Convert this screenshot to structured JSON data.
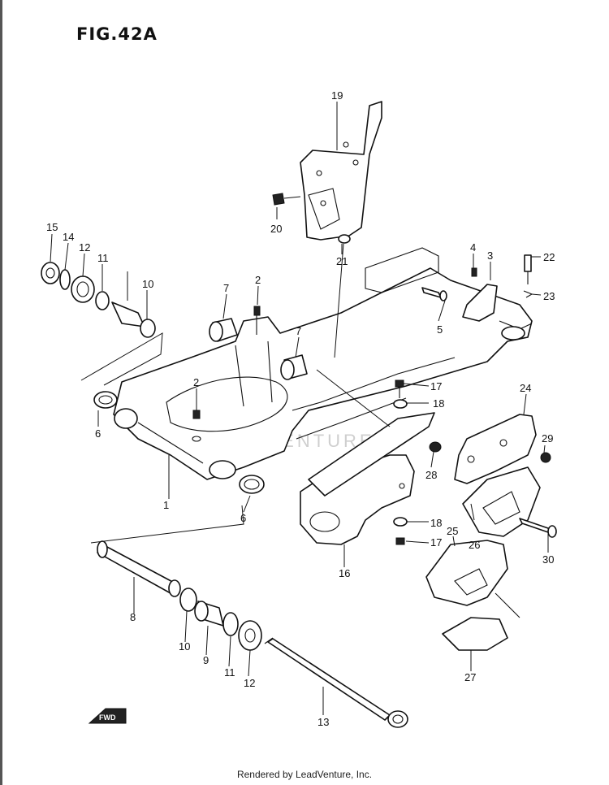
{
  "figure": {
    "title": "FIG.42A"
  },
  "footer": {
    "text": "Rendered by LeadVenture, Inc."
  },
  "watermark": {
    "text": "LEADVENTURE"
  },
  "fwd_marker": {
    "text": "FWD"
  },
  "callouts": [
    {
      "id": "c1",
      "label": "1"
    },
    {
      "id": "c2a",
      "label": "2"
    },
    {
      "id": "c2b",
      "label": "2"
    },
    {
      "id": "c3",
      "label": "3"
    },
    {
      "id": "c4",
      "label": "4"
    },
    {
      "id": "c5",
      "label": "5"
    },
    {
      "id": "c6a",
      "label": "6"
    },
    {
      "id": "c6b",
      "label": "6"
    },
    {
      "id": "c7a",
      "label": "7"
    },
    {
      "id": "c7b",
      "label": "7"
    },
    {
      "id": "c8",
      "label": "8"
    },
    {
      "id": "c9",
      "label": "9"
    },
    {
      "id": "c10a",
      "label": "10"
    },
    {
      "id": "c10b",
      "label": "10"
    },
    {
      "id": "c11a",
      "label": "11"
    },
    {
      "id": "c11b",
      "label": "11"
    },
    {
      "id": "c12a",
      "label": "12"
    },
    {
      "id": "c12b",
      "label": "12"
    },
    {
      "id": "c13",
      "label": "13"
    },
    {
      "id": "c14",
      "label": "14"
    },
    {
      "id": "c15",
      "label": "15"
    },
    {
      "id": "c16",
      "label": "16"
    },
    {
      "id": "c17a",
      "label": "17"
    },
    {
      "id": "c17b",
      "label": "17"
    },
    {
      "id": "c18a",
      "label": "18"
    },
    {
      "id": "c18b",
      "label": "18"
    },
    {
      "id": "c19",
      "label": "19"
    },
    {
      "id": "c20",
      "label": "20"
    },
    {
      "id": "c21",
      "label": "21"
    },
    {
      "id": "c22",
      "label": "22"
    },
    {
      "id": "c23",
      "label": "23"
    },
    {
      "id": "c24",
      "label": "24"
    },
    {
      "id": "c25",
      "label": "25"
    },
    {
      "id": "c26",
      "label": "26"
    },
    {
      "id": "c27",
      "label": "27"
    },
    {
      "id": "c28",
      "label": "28"
    },
    {
      "id": "c29",
      "label": "29"
    },
    {
      "id": "c30",
      "label": "30"
    }
  ]
}
